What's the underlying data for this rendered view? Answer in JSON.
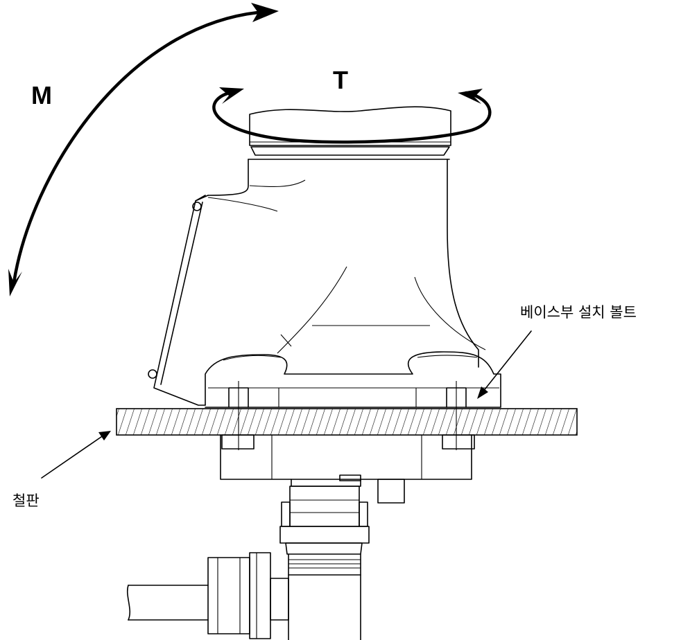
{
  "labels": {
    "moment": "M",
    "torque": "T",
    "base_bolt": "베이스부 설치 볼트",
    "steel_plate": "철판"
  }
}
